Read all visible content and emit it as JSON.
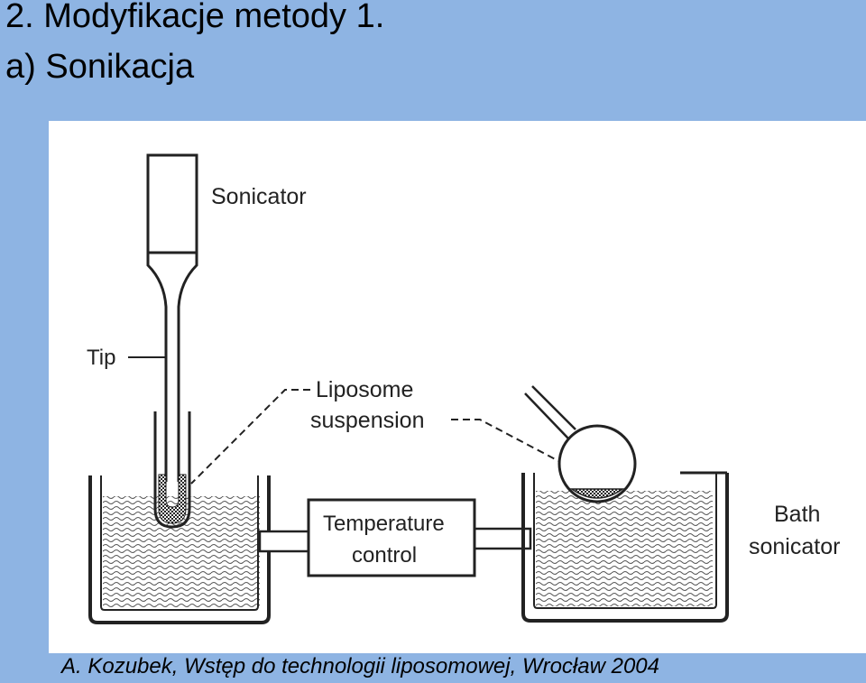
{
  "header": {
    "title": "2. Modyfikacje metody 1.",
    "subtitle": "a) Sonikacja"
  },
  "diagram": {
    "labels": {
      "sonicator": "Sonicator",
      "tip": "Tip",
      "liposome_line1": "Liposome",
      "liposome_line2": "suspension",
      "temperature_line1": "Temperature",
      "temperature_line2": "control",
      "bath_line1": "Bath",
      "bath_line2": "sonicator"
    },
    "colors": {
      "background": "#8eb4e3",
      "figure": "#ffffff",
      "ink": "#222222"
    }
  },
  "caption": "A. Kozubek, Wstęp do technologii liposomowej, Wrocław 2004"
}
